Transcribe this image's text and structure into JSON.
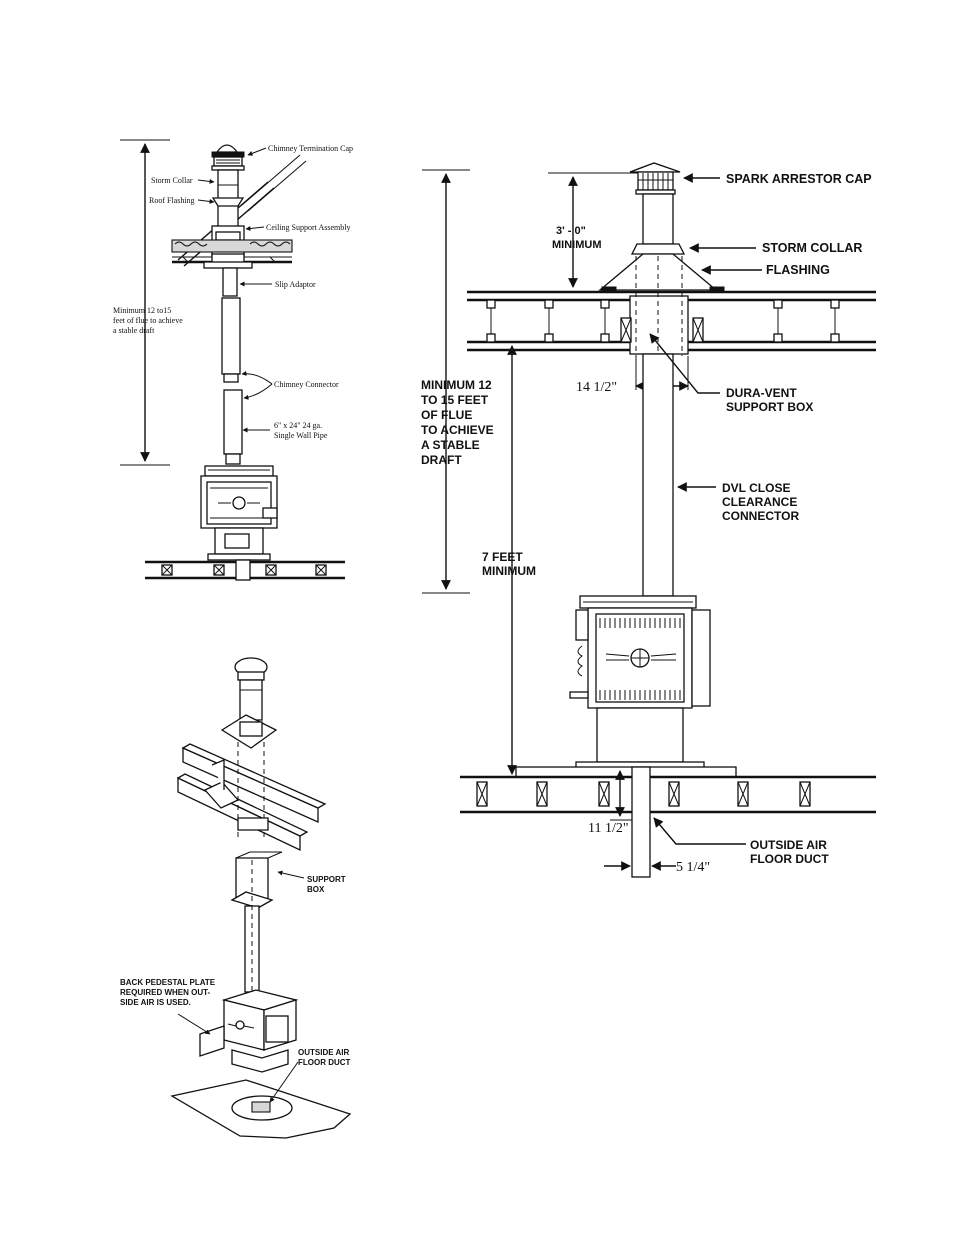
{
  "top_left_diagram": {
    "chimney_termination_cap": "Chimney Termination Cap",
    "storm_collar": "Storm Collar",
    "roof_flashing": "Roof Flashing",
    "ceiling_support_assembly": "Ceiling Support Assembly",
    "slip_adaptor": "Slip Adaptor",
    "chimney_connector": "Chimney Connector",
    "single_wall_pipe_line1": "6\" x 24\" 24 ga.",
    "single_wall_pipe_line2": "Single Wall Pipe",
    "draft_note": [
      "Minimum 12 to15",
      "feet of flue to achieve",
      "a stable draft"
    ]
  },
  "bottom_left_diagram": {
    "support_box": [
      "SUPPORT",
      "BOX"
    ],
    "back_pedestal_plate": [
      "BACK PEDESTAL PLATE",
      "REQUIRED WHEN OUT-",
      "SIDE AIR IS USED."
    ],
    "outside_air_floor_duct": [
      "OUTSIDE AIR",
      "FLOOR DUCT"
    ]
  },
  "right_diagram": {
    "spark_arrestor_cap": "SPARK ARRESTOR CAP",
    "clearance_label": [
      "3' - 0\"",
      "MINIMUM"
    ],
    "storm_collar": "STORM COLLAR",
    "flashing": "FLASHING",
    "width_dimension": "14 1/2\"",
    "dura_vent_support_box": [
      "DURA-VENT",
      "SUPPORT BOX"
    ],
    "draft_note": [
      "MINIMUM 12",
      "TO 15 FEET",
      "OF FLUE",
      "TO ACHIEVE",
      "A STABLE",
      "DRAFT"
    ],
    "dvl_connector": [
      "DVL CLOSE",
      "CLEARANCE",
      "CONNECTOR"
    ],
    "seven_feet": [
      "7 FEET",
      "MINIMUM"
    ],
    "duct_offset": "11 1/2\"",
    "duct_width": "5 1/4\"",
    "outside_air_floor_duct": [
      "OUTSIDE AIR",
      "FLOOR DUCT"
    ]
  }
}
